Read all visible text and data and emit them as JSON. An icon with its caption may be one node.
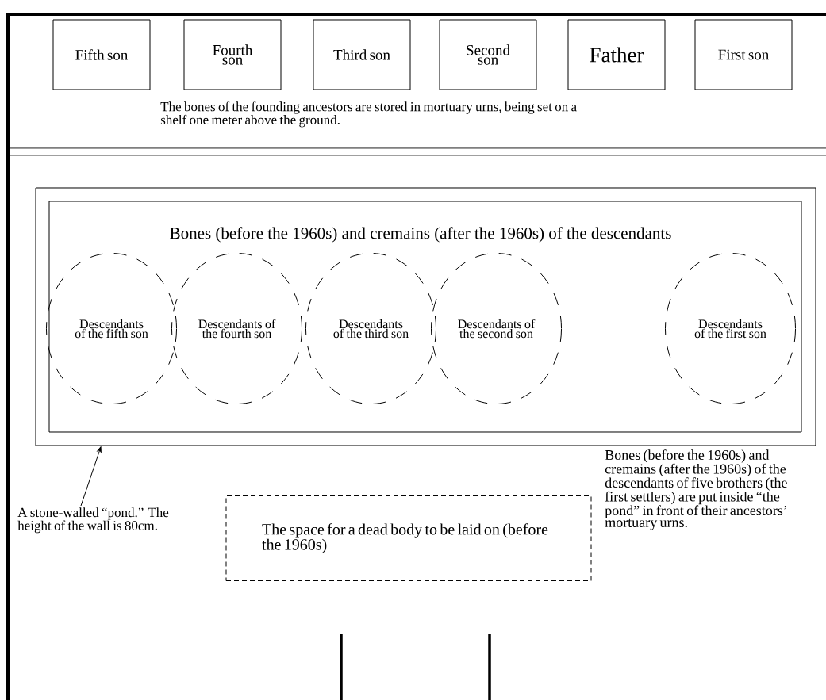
{
  "diagram": {
    "nodes": [
      {
        "text": [
          "Fifth son"
        ]
      },
      {
        "text": [
          "Fourth son"
        ]
      },
      {
        "text": [
          "Third son"
        ]
      },
      {
        "text": [
          "Second son"
        ]
      },
      {
        "text": [
          "Father"
        ]
      },
      {
        "text": [
          "First son"
        ]
      },
      {
        "text": [
          "Bones (before the 1960s) and cremains (after the 1960s) of the descendants"
        ]
      },
      {
        "text": [
          "Descendants of the fifth son"
        ],
        "in": 6
      },
      {
        "text": [
          "Descendants of the fourth son"
        ],
        "in": 6
      },
      {
        "text": [
          "Descendants of the third son"
        ],
        "in": 6
      },
      {
        "text": [
          "Descendants of the second son"
        ],
        "in": 6
      },
      {
        "text": [
          "Descendants of the first son"
        ],
        "in": 6
      },
      {
        "text": [
          "A stone-walled “pond.” The height of the wall is 80cm."
        ]
      },
      {
        "text": [
          "The space for a dead body to be laid on (before the 1960s)"
        ]
      }
    ],
    "edges": [
      {
        "from": 12,
        "to": 6,
        "arrow": "to"
      }
    ],
    "labels": [
      "The bones of the founding ancestors are stored in mortuary urns, being set on a shelf one meter above the ground.",
      "Bones (before the 1960s) and cremains (after the 1960s) of the descendants of five brothers (the first settlers) are put inside “the pond” in front of their ancestors’ mortuary urns."
    ]
  }
}
